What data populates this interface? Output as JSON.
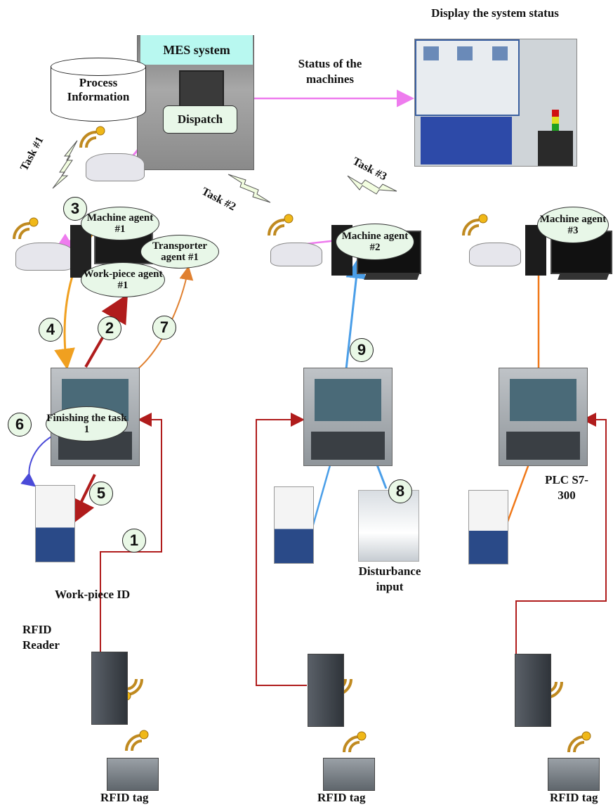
{
  "mes": {
    "title": "MES system",
    "process_info": "Process Information",
    "dispatch": "Dispatch"
  },
  "status_of_machines": "Status of the machines",
  "display_status": "Display the system status",
  "tasks": [
    "Task #1",
    "Task #2",
    "Task #3"
  ],
  "agents": {
    "machine1": "Machine agent #1",
    "transporter1": "Transporter agent #1",
    "workpiece1": "Work-piece agent #1",
    "machine2": "Machine agent #2",
    "machine3": "Machine agent #3",
    "finishing": "Finishing the task 1"
  },
  "steps": [
    "1",
    "2",
    "3",
    "4",
    "5",
    "6",
    "7",
    "8",
    "9"
  ],
  "labels": {
    "workpiece_id": "Work-piece ID",
    "rfid_reader": "RFID Reader",
    "rfid_tag": "RFID tag",
    "disturbance": "Disturbance input",
    "plc": "PLC S7-300"
  },
  "colors": {
    "red": "#b01c1c",
    "magenta": "#ee7cee",
    "orange": "#f0a020",
    "blue": "#4a9ee8",
    "purple": "#4a4ad8",
    "bubble_fill": "#e8f7e8"
  }
}
